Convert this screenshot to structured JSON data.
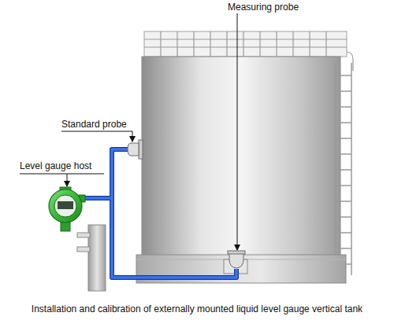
{
  "diagram": {
    "caption": "Installation and calibration of externally mounted liquid level gauge vertical tank",
    "labels": [
      "Measuring probe",
      "Standard probe",
      "Level gauge host"
    ]
  }
}
